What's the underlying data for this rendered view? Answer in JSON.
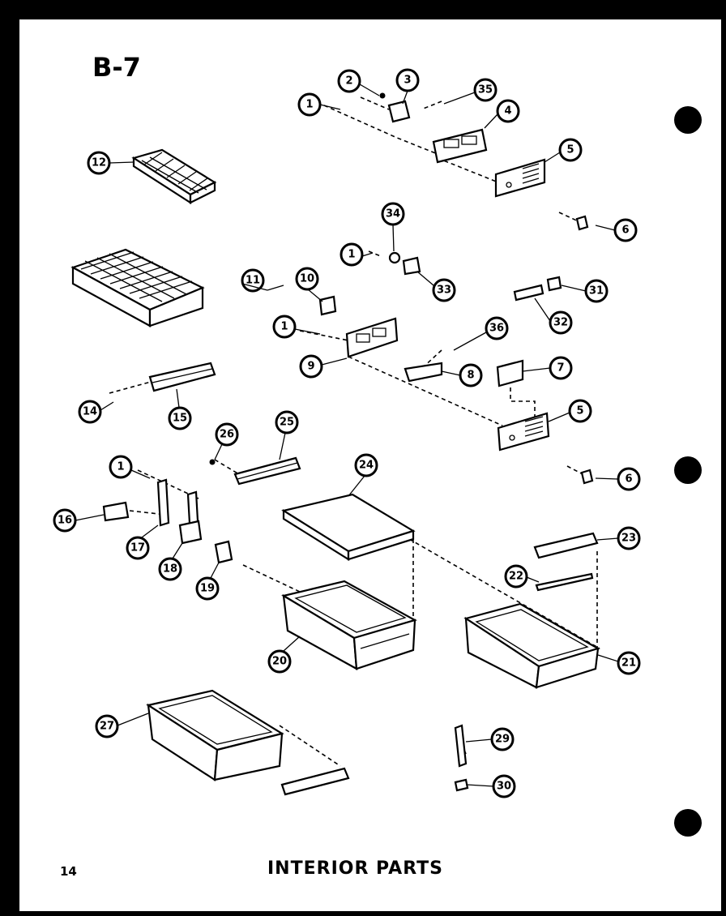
{
  "page": {
    "section_code": "B-7",
    "title": "INTERIOR PARTS",
    "page_number": "14"
  },
  "callouts": [
    "1",
    "2",
    "3",
    "35",
    "4",
    "5",
    "6",
    "12",
    "34",
    "1",
    "33",
    "31",
    "11",
    "10",
    "1",
    "32",
    "9",
    "36",
    "8",
    "7",
    "14",
    "15",
    "5",
    "26",
    "25",
    "6",
    "1",
    "24",
    "16",
    "17",
    "18",
    "19",
    "23",
    "22",
    "20",
    "21",
    "27",
    "29",
    "30"
  ],
  "binding_holes": 3
}
